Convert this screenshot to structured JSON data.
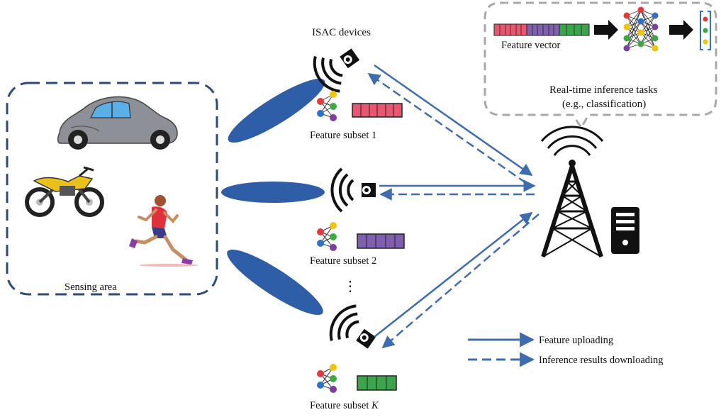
{
  "labels": {
    "isac_devices": "ISAC devices",
    "feature_vector": "Feature vector",
    "inference_line1": "Real-time inference tasks",
    "inference_line2": "(e.g., classification)",
    "sensing_area": "Sensing area",
    "subset_1": "Feature subset 1",
    "subset_2": "Feature subset 2",
    "subset_k_prefix": "Feature subset ",
    "subset_k_var": "K",
    "ellipsis": "⋮"
  },
  "legend": {
    "uploading": "Feature uploading",
    "downloading": "Inference results downloading"
  },
  "colors": {
    "link_blue": "#3e6cb0",
    "beam_blue": "#2f5ea8",
    "area_border": "#2e4a7a",
    "cloud_border": "#a8a8a8",
    "subset1_fill": "#e8576f",
    "subset2_fill": "#7f5fae",
    "subsetk_fill": "#3aa54a",
    "node_red": "#e23b3b",
    "node_yellow": "#f2c500",
    "node_green": "#3daa3d",
    "node_blue": "#2e73c8",
    "node_purple": "#7a3fa0"
  },
  "icons": [
    "car-icon",
    "motorcycle-icon",
    "runner-icon",
    "isac-device-icon",
    "base-station-icon",
    "edge-server-icon",
    "neural-network-icon"
  ]
}
